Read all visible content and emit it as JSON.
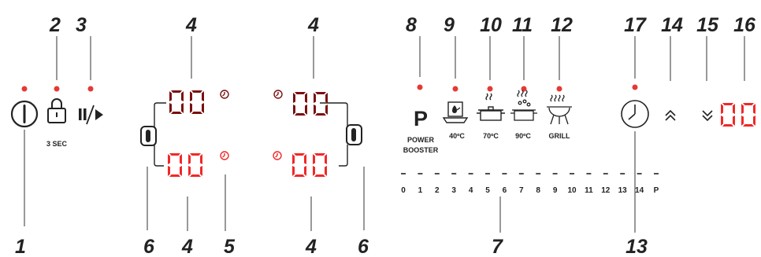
{
  "callouts": [
    "1",
    "2",
    "3",
    "4",
    "5",
    "6",
    "7",
    "8",
    "9",
    "10",
    "11",
    "12",
    "13",
    "14",
    "15",
    "16",
    "17"
  ],
  "labels": {
    "lock_hint": "3 SEC",
    "power_booster_line1": "POWER",
    "power_booster_line2": "BOOSTER",
    "power_symbol": "P",
    "temp_40": "40ºC",
    "temp_70": "70ºC",
    "temp_90": "90ºC",
    "grill": "GRILL"
  },
  "displays": {
    "zone_top_left": "00",
    "zone_bottom_left": "00",
    "zone_top_right": "00",
    "zone_bottom_right": "00",
    "timer": "00"
  },
  "power_scale": [
    "0",
    "1",
    "2",
    "3",
    "4",
    "5",
    "6",
    "7",
    "8",
    "9",
    "10",
    "11",
    "12",
    "13",
    "14",
    "P"
  ],
  "colors": {
    "indicator": "#e53935",
    "display_dark": "#7a1010",
    "display_bright": "#f02828",
    "ink": "#222222"
  }
}
